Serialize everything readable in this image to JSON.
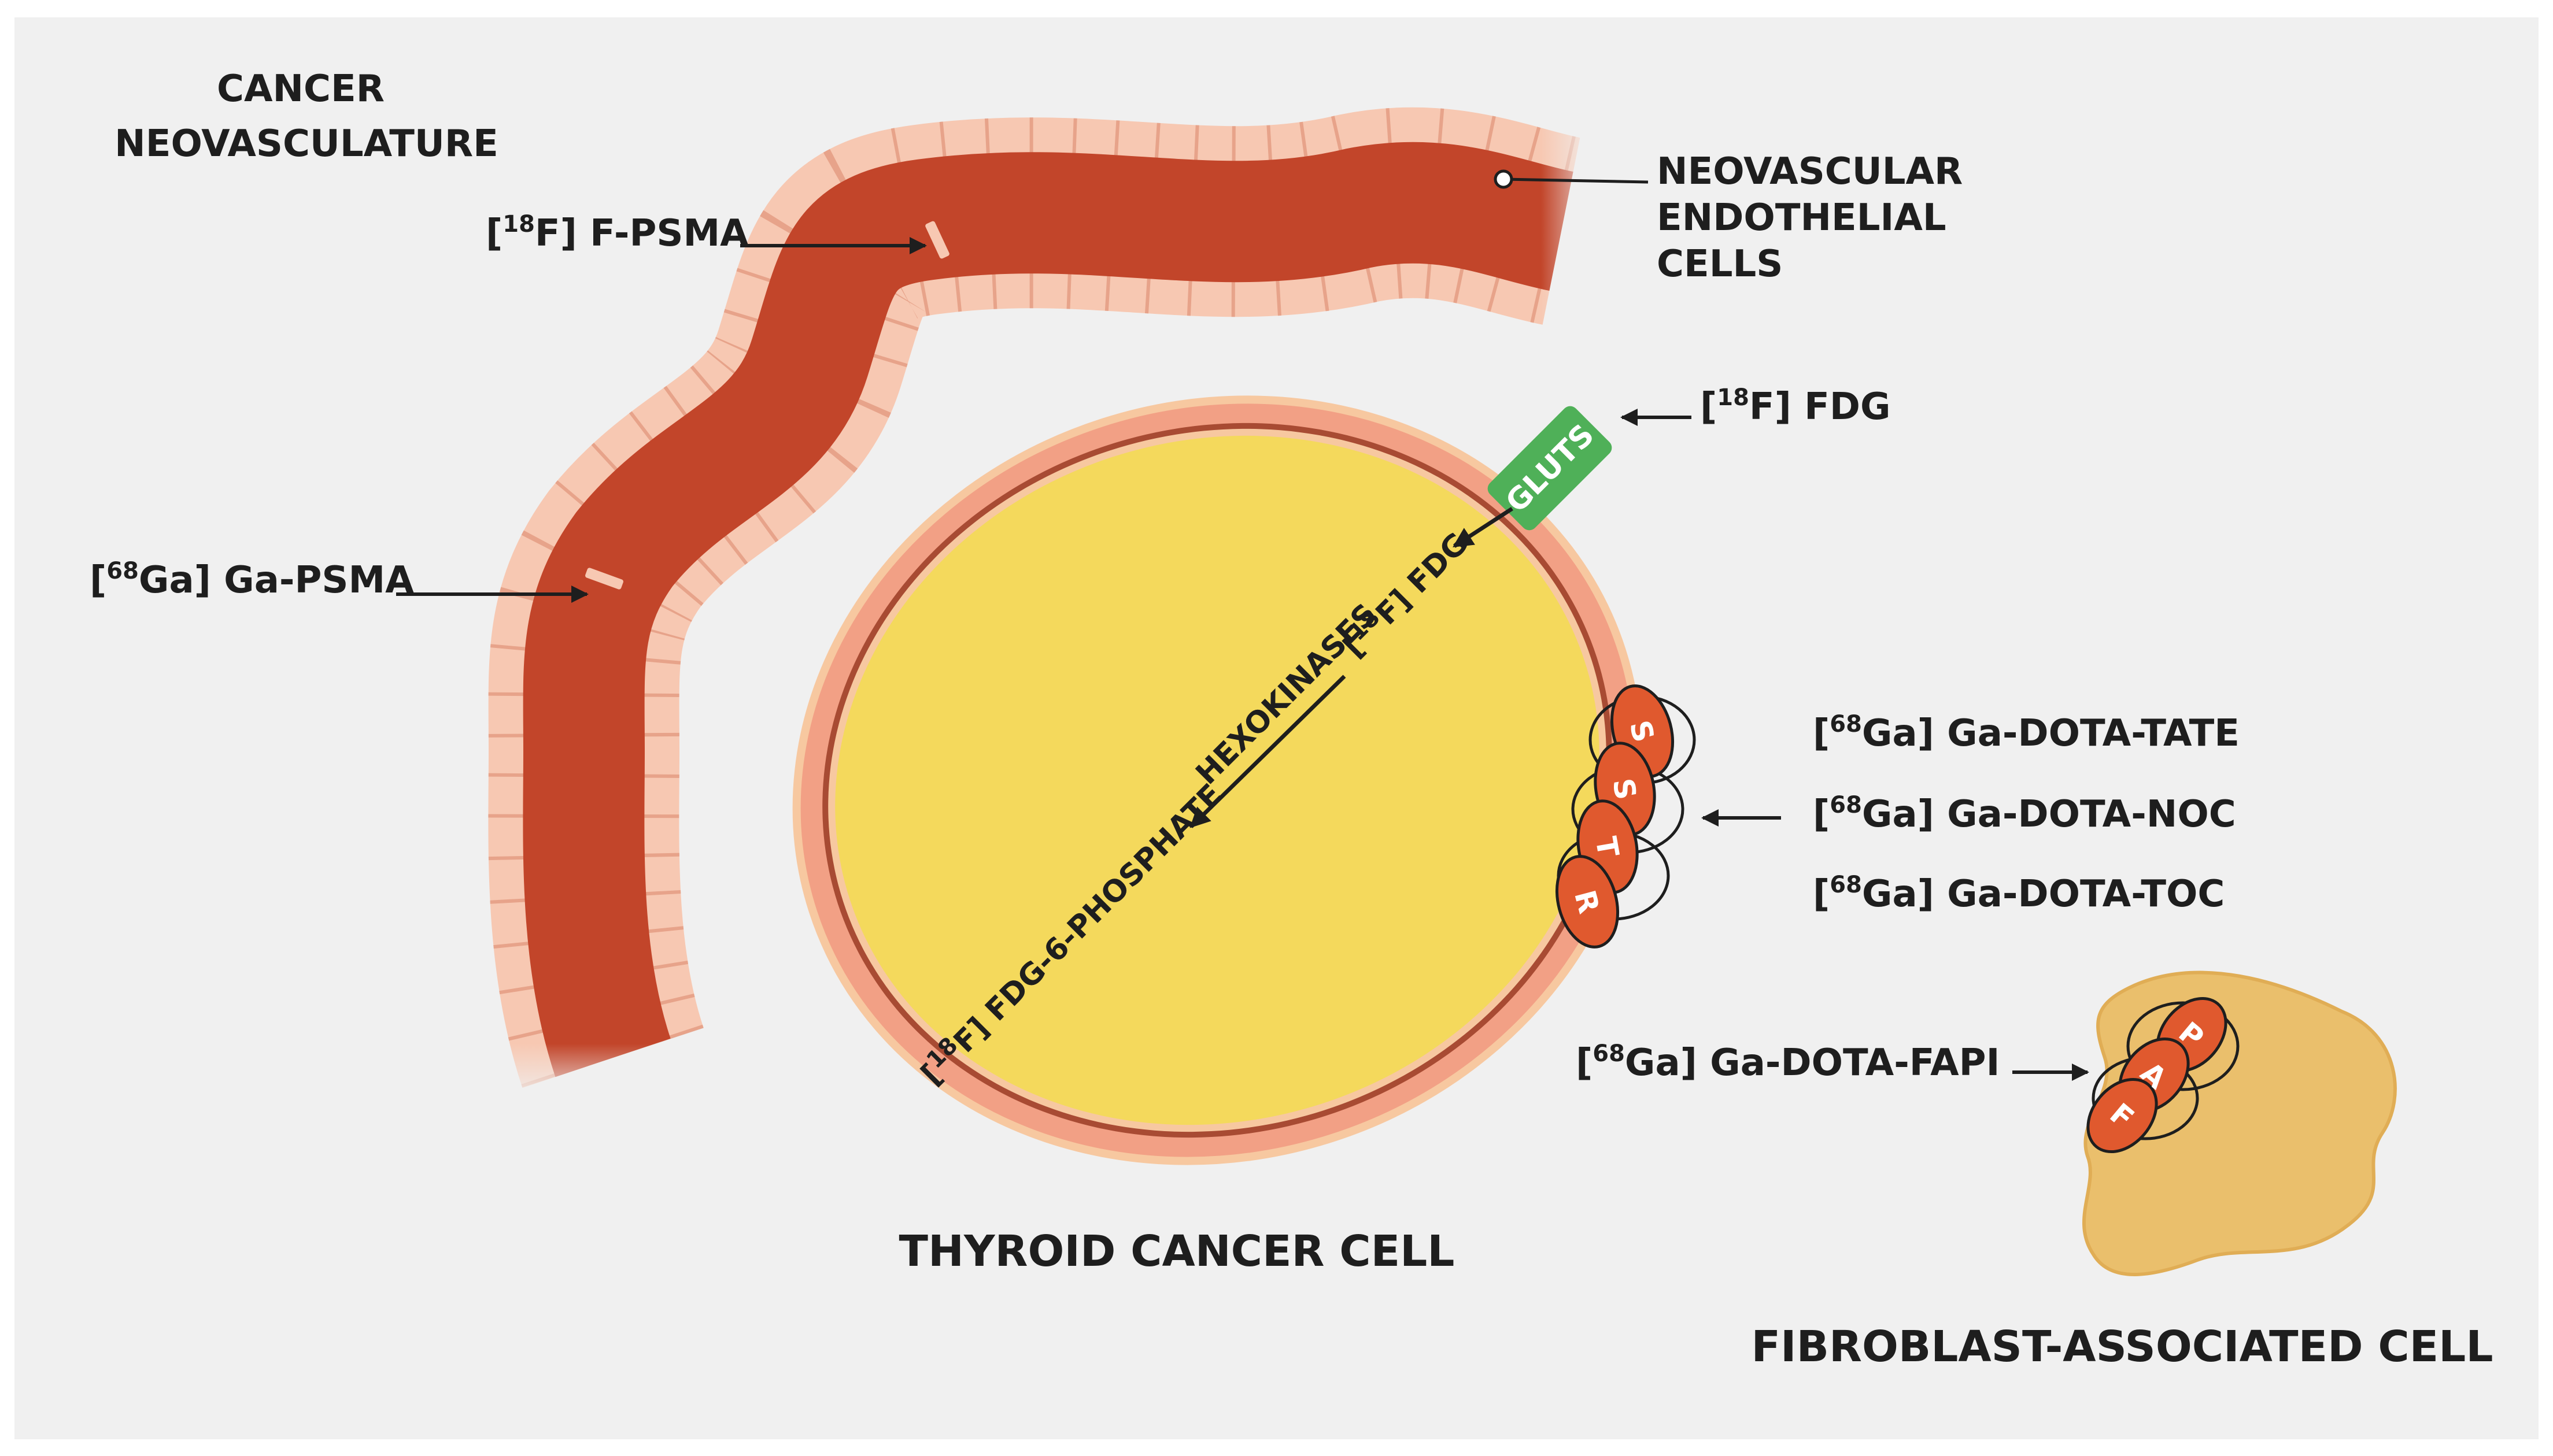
{
  "labels": {
    "cancer_line1": "CANCER",
    "cancer_line2": "NEOVASCULATURE",
    "f_psma_iso": "18",
    "f_psma_tail": "F] F-PSMA",
    "ga_psma_iso": "68",
    "ga_psma_tail": "Ga] Ga-PSMA",
    "endo_line1": "NEOVASCULAR",
    "endo_line2": "ENDOTHELIAL",
    "endo_line3": "CELLS",
    "fdg_iso": "18",
    "fdg_tail": "F] FDG",
    "gluts": "GLUTS",
    "inner_fdg_iso": "18",
    "inner_fdg_tail": "F] FDG",
    "hexokinases": "HEXOKINASES",
    "f6p_iso": "18",
    "f6p_tail": "F] FDG-6-PHOSPHATE",
    "tate_iso": "68",
    "tate_tail": "Ga] Ga-DOTA-TATE",
    "noc_iso": "68",
    "noc_tail": "Ga] Ga-DOTA-NOC",
    "toc_iso": "68",
    "toc_tail": "Ga] Ga-DOTA-TOC",
    "fapi_iso": "68",
    "fapi_tail": "Ga] Ga-DOTA-FAPI",
    "thyroid_cell": "THYROID CANCER CELL",
    "fibroblast_cell": "FIBROBLAST-ASSOCIATED CELL",
    "sstr_letters": [
      "S",
      "S",
      "T",
      "R"
    ],
    "fap_letters": [
      "F",
      "A",
      "P"
    ]
  },
  "colors": {
    "background": "#f0f0f0",
    "vessel_lumen": "#c2452a",
    "endothelial_cell": "#f7c8b2",
    "endothelial_border": "#e29a80",
    "cell_outer": "#f2a085",
    "cell_membrane": "#a84b33",
    "cytoplasm": "#f4d95c",
    "receptor": "#e0592e",
    "gluts": "#4fb058",
    "fibroblast": "#eabf6c"
  }
}
